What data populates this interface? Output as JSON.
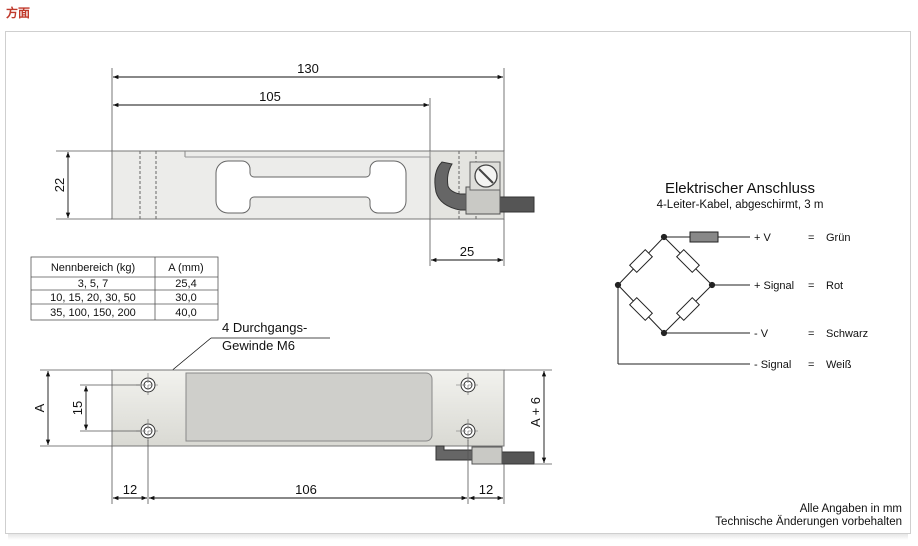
{
  "header": {
    "title": "方面"
  },
  "drawing": {
    "dims": {
      "total_length": "130",
      "hole_distance": "105",
      "height": "22",
      "connector": "25",
      "width_a": "A",
      "hole_spacing": "15",
      "width_a6": "A + 6",
      "edge_left": "12",
      "center": "106",
      "edge_right": "12"
    },
    "thread_label_line1": "4 Durchgangs-",
    "thread_label_line2": "Gewinde M6"
  },
  "table": {
    "headers": [
      "Nennbereich (kg)",
      "A (mm)"
    ],
    "rows": [
      [
        "3, 5, 7",
        "25,4"
      ],
      [
        "10, 15, 20, 30, 50",
        "30,0"
      ],
      [
        "35, 100, 150, 200",
        "40,0"
      ]
    ]
  },
  "electrical": {
    "title": "Elektrischer Anschluss",
    "subtitle": "4-Leiter-Kabel, abgeschirmt, 3 m",
    "wires": [
      {
        "signal": "+ V",
        "eq": "=",
        "color": "Grün"
      },
      {
        "signal": "+ Signal",
        "eq": "=",
        "color": "Rot"
      },
      {
        "signal": "- V",
        "eq": "=",
        "color": "Schwarz"
      },
      {
        "signal": "- Signal",
        "eq": "=",
        "color": "Weiß"
      }
    ]
  },
  "footnote": {
    "line1": "Alle Angaben in mm",
    "line2": "Technische Änderungen vorbehalten"
  }
}
